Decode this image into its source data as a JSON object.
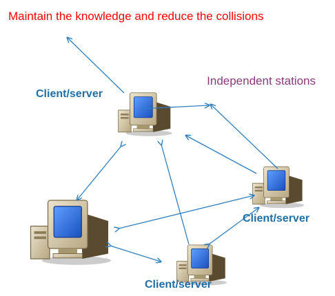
{
  "title": "Maintain the knowledge and reduce the collisions",
  "annotation": "Independent stations",
  "nodes": {
    "top": {
      "label": "Client/server"
    },
    "right": {
      "label": "Client/server"
    },
    "bottom": {
      "label": "Client/server"
    },
    "left": {
      "label": ""
    }
  },
  "colors": {
    "title": "#ff0000",
    "annotation": "#8b3a7c",
    "node_label": "#1f6fa6",
    "arrow": "#2f7fbf",
    "screen": "#2b6fe0"
  }
}
